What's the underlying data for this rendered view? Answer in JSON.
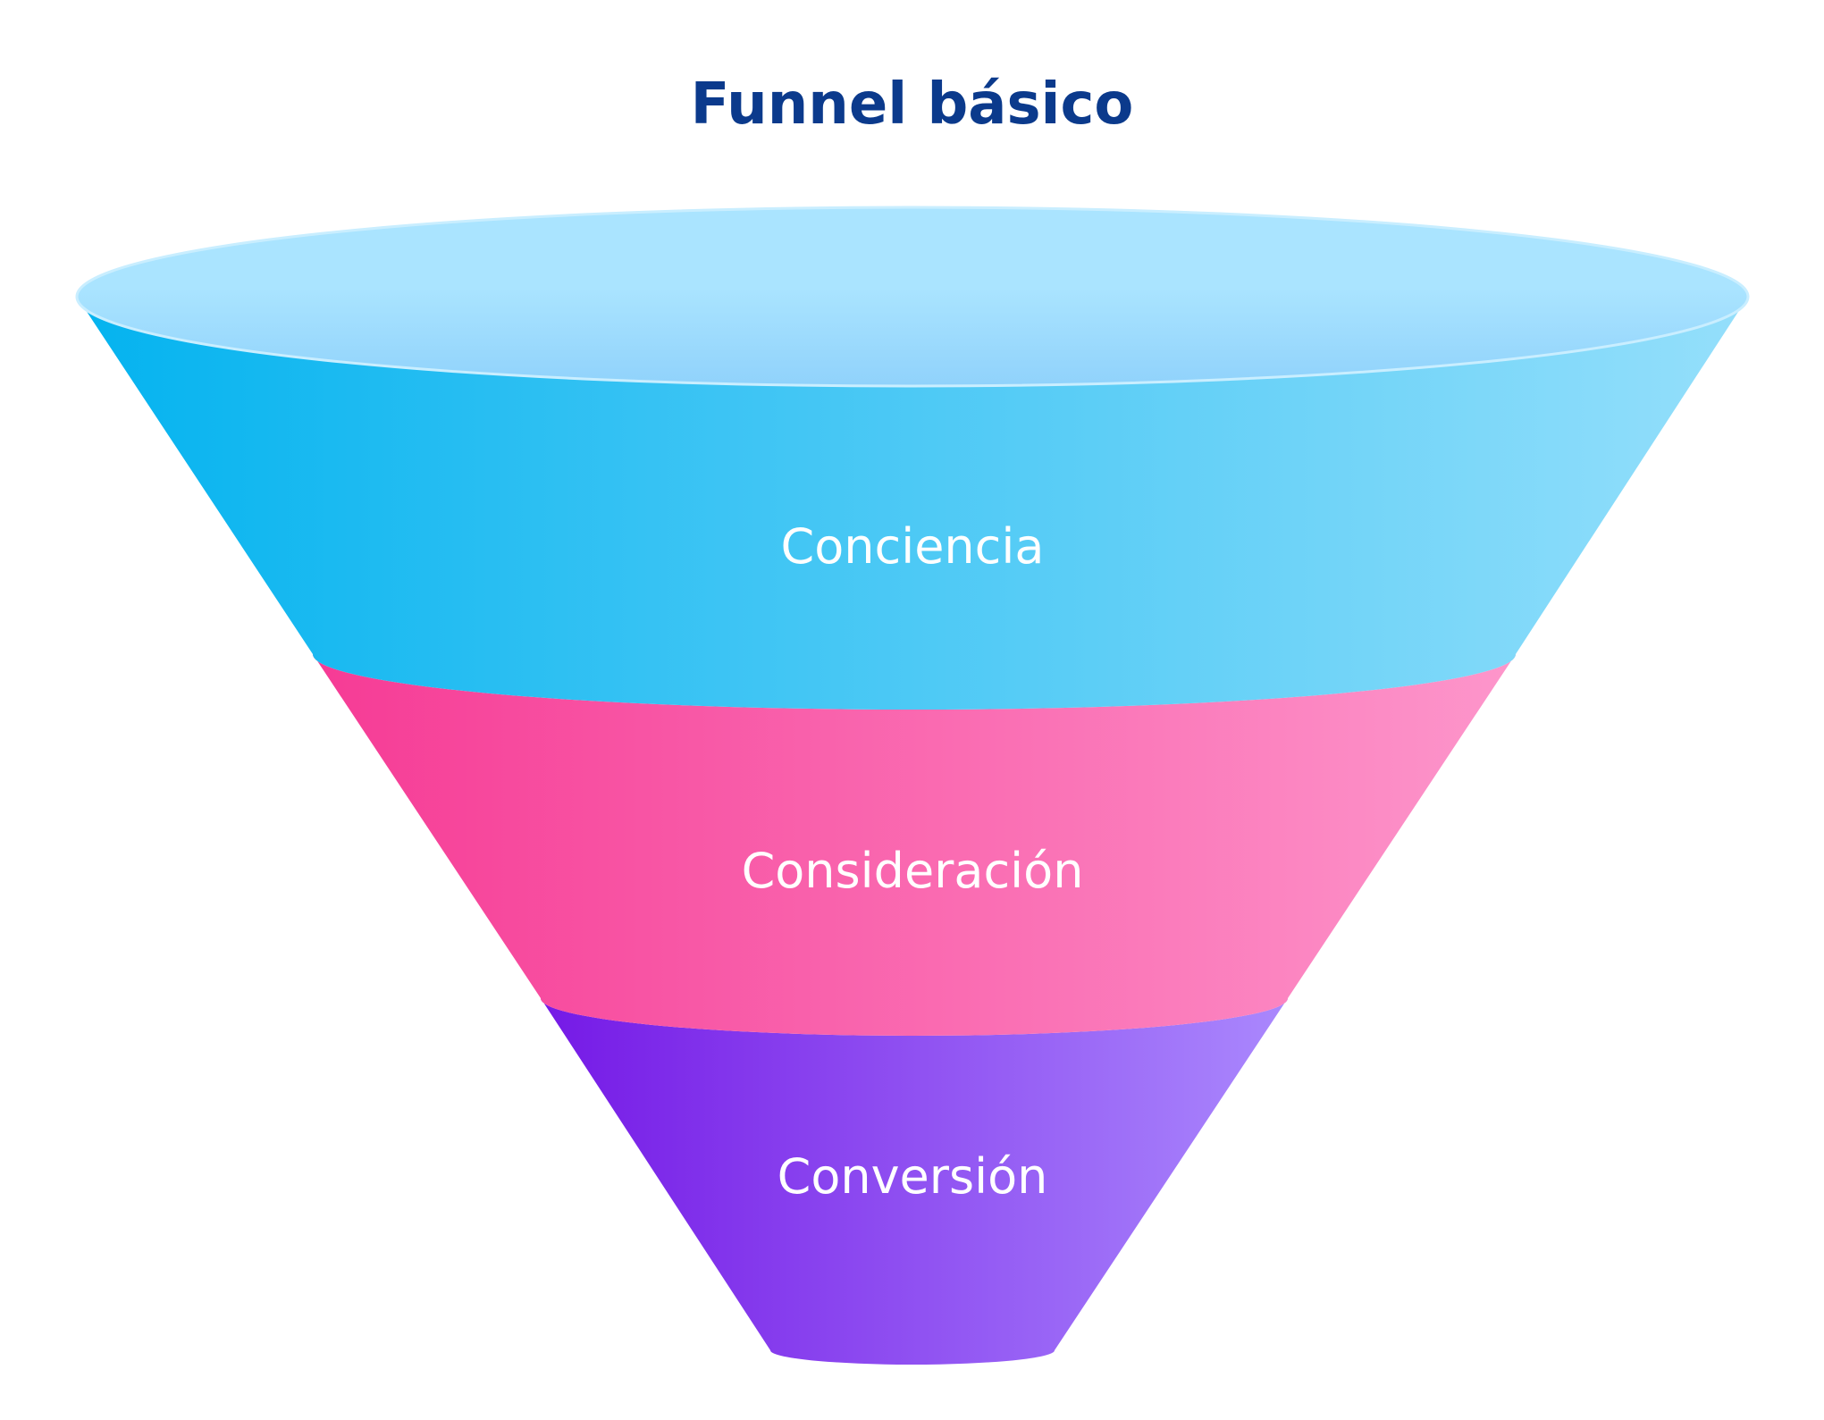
{
  "title": "Funnel básico",
  "stages": [
    {
      "label": "Conciencia",
      "color_left": "#04b3ef",
      "color_right": "#95dffb"
    },
    {
      "label": "Consideración",
      "color_left": "#f63b95",
      "color_right": "#fd96cb"
    },
    {
      "label": "Conversión",
      "color_left": "#7519e6",
      "color_right": "#aa88fd"
    }
  ],
  "rim_colors": {
    "top": "#aae4ff",
    "bottom": "#90d2fb"
  }
}
